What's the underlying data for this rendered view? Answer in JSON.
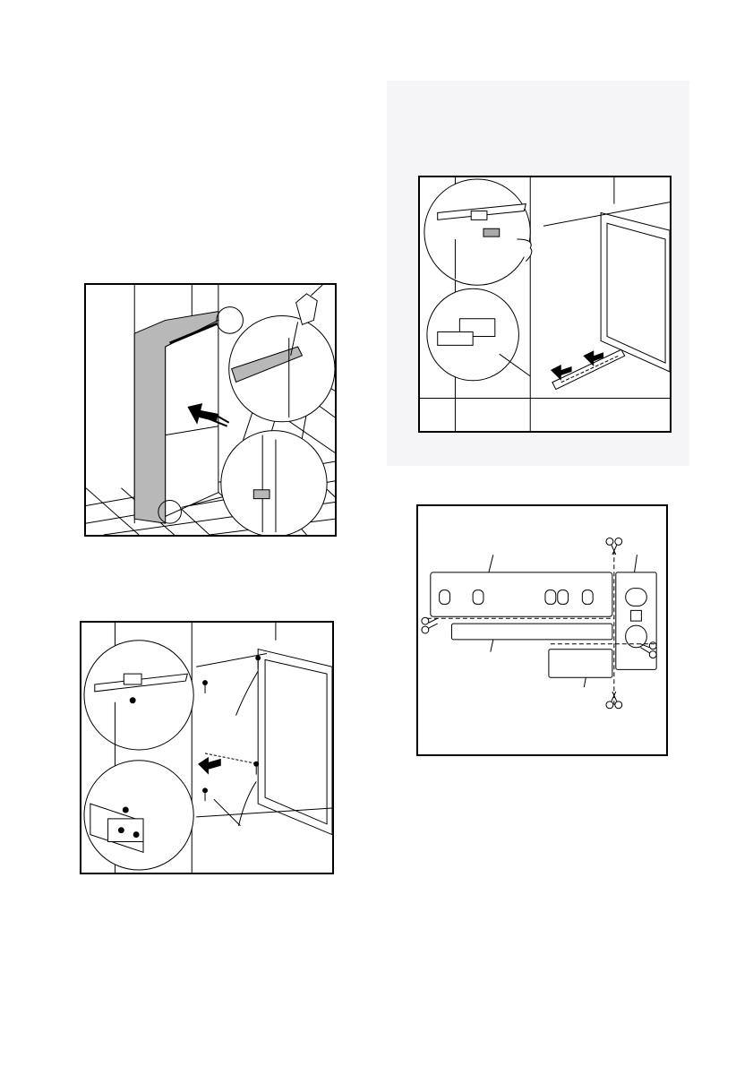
{
  "page": {
    "background": "#ffffff",
    "ink": "#000000"
  },
  "figures": [
    {
      "key": "fig1",
      "icons": [
        "fridge-icon",
        "hand-icon",
        "push-arrow-icon",
        "magnifier-circle-icon"
      ]
    },
    {
      "key": "fig2",
      "icons": [
        "hinge-detail-icon",
        "plinth-strip-icon",
        "push-arrow-icon"
      ]
    },
    {
      "key": "fig3",
      "icons": [
        "screw-icon",
        "bracket-icon",
        "push-arrow-icon"
      ]
    },
    {
      "key": "fig4",
      "icons": [
        "scissors-icon",
        "cut-line-icon",
        "template-part-icon"
      ]
    }
  ]
}
